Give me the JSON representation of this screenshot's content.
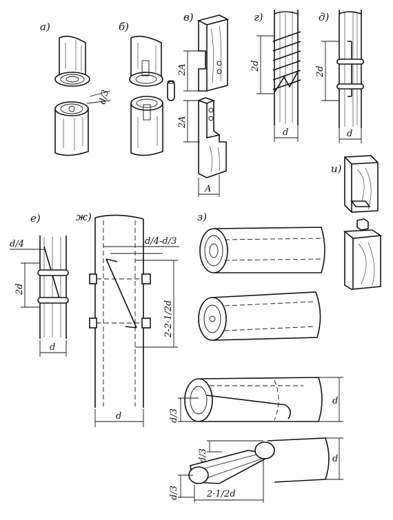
{
  "panels": {
    "a": {
      "label": "а)",
      "dims": [
        "d/3"
      ]
    },
    "b": {
      "label": "б)"
    },
    "v": {
      "label": "в)",
      "dims": [
        "2A",
        "2A",
        "A"
      ]
    },
    "g": {
      "label": "г)",
      "dims": [
        "2d",
        "d"
      ]
    },
    "d": {
      "label": "д)",
      "dims": [
        "2d",
        "d"
      ]
    },
    "i": {
      "label": "и)"
    },
    "e": {
      "label": "е)",
      "dims": [
        "d/4",
        "2d",
        "d"
      ]
    },
    "zh": {
      "label": "ж)",
      "dims": [
        "d/4-d/3",
        "2-2·1/2d",
        "d"
      ]
    },
    "z": {
      "label": "з)",
      "dims": [
        "d/3",
        "d",
        "d/3",
        "d",
        "d/3",
        "2·1/2d"
      ]
    }
  }
}
